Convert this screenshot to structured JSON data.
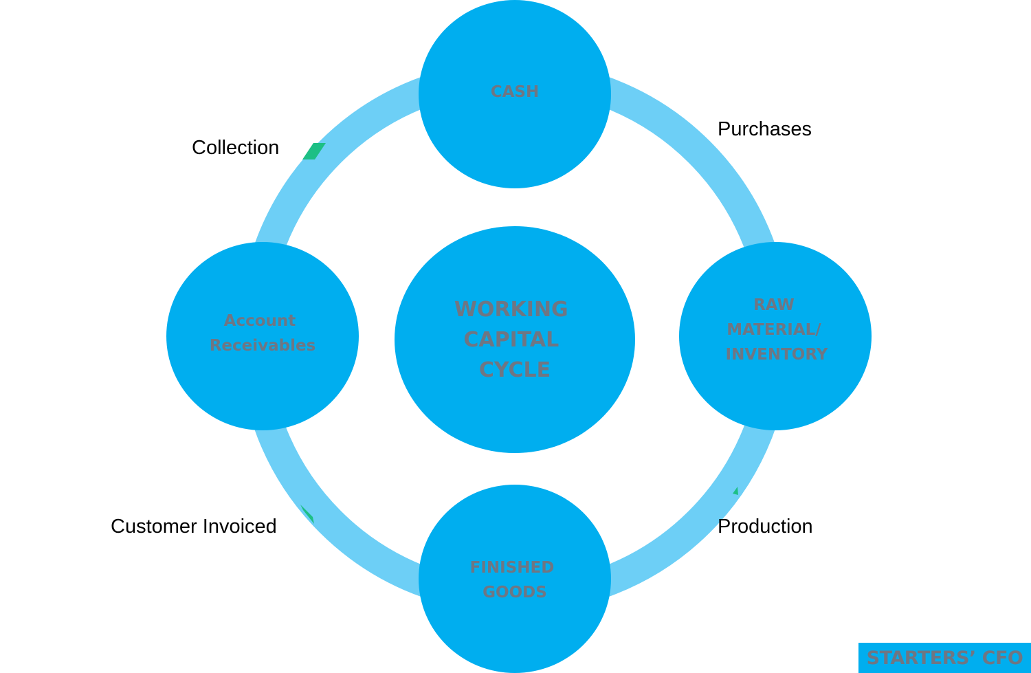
{
  "diagram": {
    "title": "WORKING CAPITAL CYCLE",
    "center": {
      "lines": [
        "WORKING",
        "CAPITAL",
        "CYCLE"
      ]
    },
    "nodes": [
      {
        "id": "cash",
        "lines": [
          "CASH"
        ]
      },
      {
        "id": "raw-material-inventory",
        "lines": [
          "RAW",
          "MATERIAL/",
          "INVENTORY"
        ]
      },
      {
        "id": "finished-goods",
        "lines": [
          "FINISHED",
          "GOODS"
        ]
      },
      {
        "id": "account-receivables",
        "lines": [
          "Account",
          "Receivables"
        ]
      }
    ],
    "steps": {
      "purchases": "Purchases",
      "production": "Production",
      "customer_invoiced": "Customer Invoiced",
      "collection": "Collection"
    }
  },
  "brand": {
    "text": "STARTERS’ CFO"
  },
  "colors": {
    "node_fill": "#00aeef",
    "ring": "#6dcff6",
    "node_text": "#6f7683",
    "arrow_accent": "#1dbf85"
  }
}
